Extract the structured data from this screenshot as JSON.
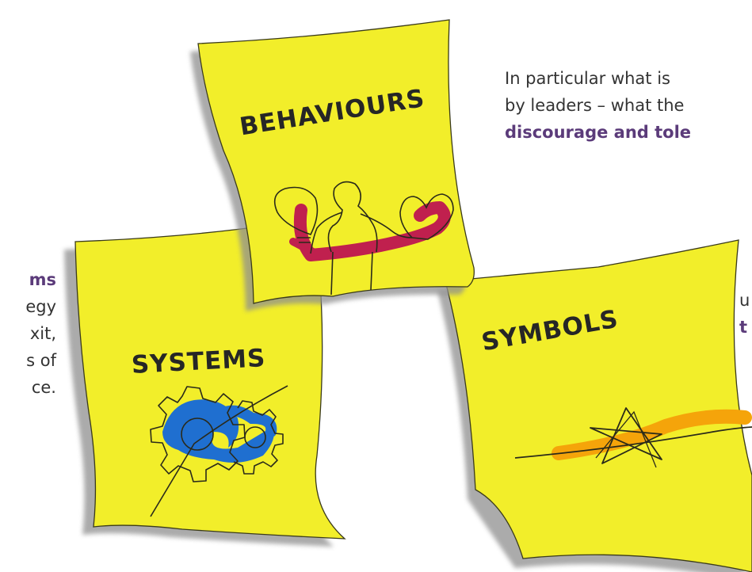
{
  "cards": {
    "behaviours": "BEHAVIOURS",
    "systems": "SYSTEMS",
    "symbols": "SYMBOLS"
  },
  "text_top": {
    "line1": "In particular what is",
    "line2": "by leaders – what the",
    "line3_bold": "discourage and tole"
  },
  "text_left": {
    "line1_bold": "ms",
    "line2": "egy",
    "line3": "xit,",
    "line4": "s of",
    "line5": "ce."
  },
  "text_right": {
    "line1": "u",
    "line2_bold": "t"
  },
  "colors": {
    "note_yellow": "#f2ee2a",
    "note_border": "#3a3a1a",
    "shadow": "#8f8f8f",
    "crimson": "#c0204e",
    "blue": "#1f6fd0",
    "orange": "#f5a40a",
    "accent_purple": "#5b3b7a"
  }
}
